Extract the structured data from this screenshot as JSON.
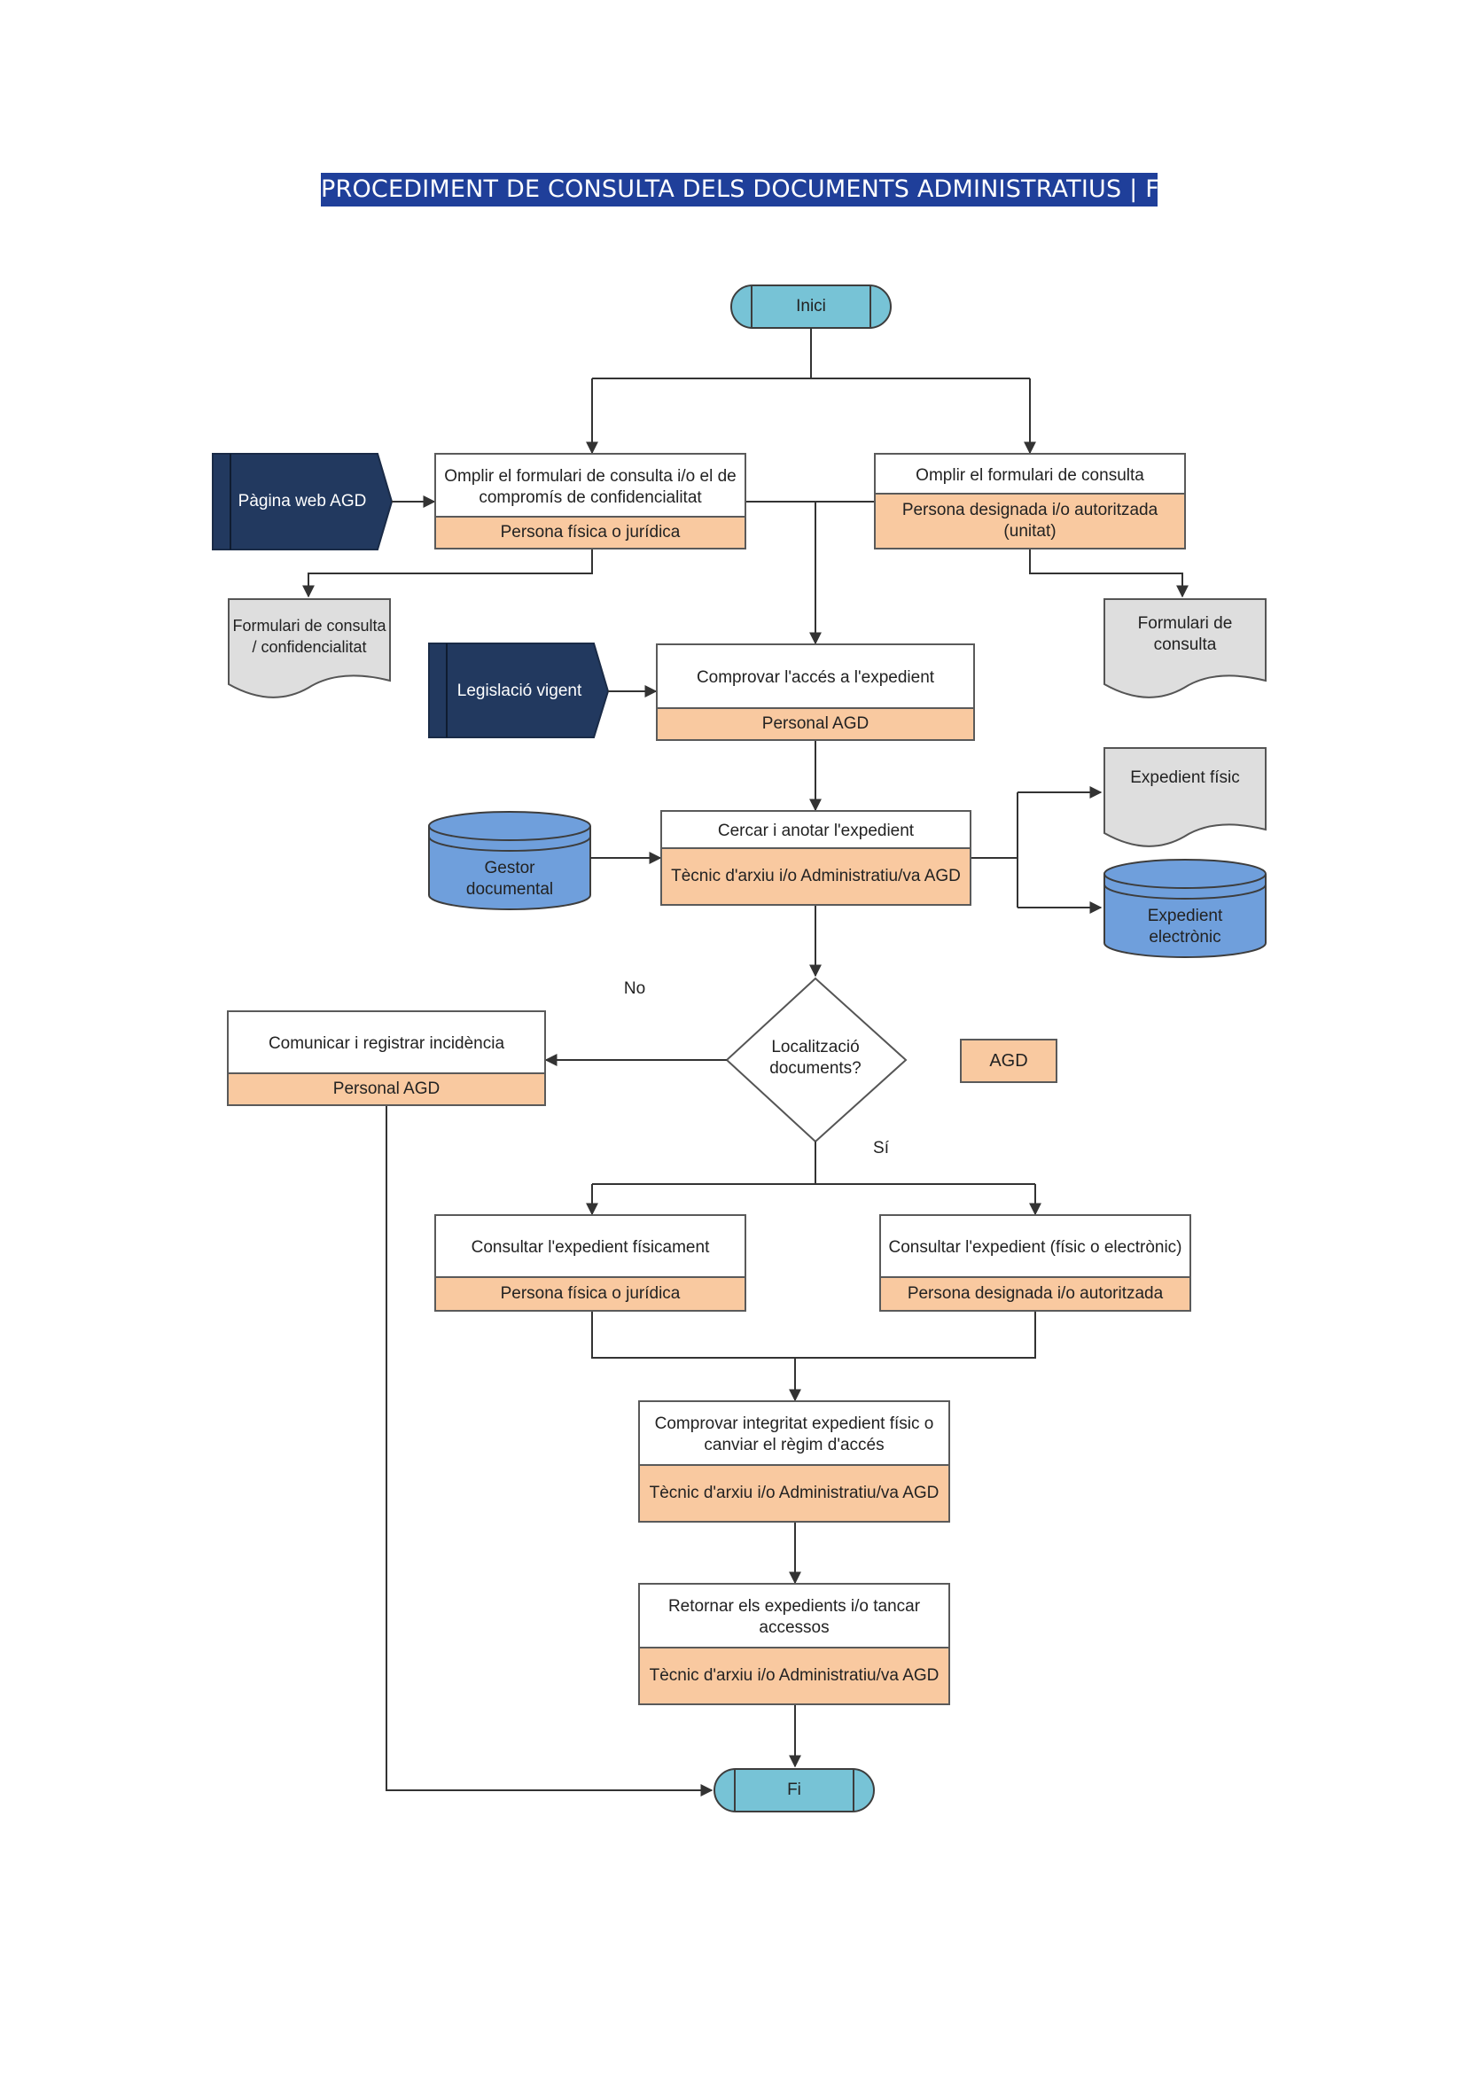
{
  "title": "PROCEDIMENT DE CONSULTA DELS DOCUMENTS ADMINISTRATIUS | FLUX",
  "colors": {
    "title_bg": "#1f3f9a",
    "terminal": "#77c3d6",
    "navy_shape": "#22395f",
    "database": "#6f9fdc",
    "role_band": "#f9c9a0",
    "document": "#dedede"
  },
  "terminals": {
    "start": "Inici",
    "end": "Fi"
  },
  "inputs": {
    "web": "Pàgina web AGD",
    "law": "Legislació vigent",
    "gestor": "Gestor documental"
  },
  "documents": {
    "form_conf": "Formulari de consulta / confidencialitat",
    "form": "Formulari de consulta",
    "physical": "Expedient físic"
  },
  "databases": {
    "electronic": "Expedient electrònic"
  },
  "processes": {
    "p1": {
      "text": "Omplir el formulari de consulta i/o el de compromís de confidencialitat",
      "role": "Persona física o jurídica"
    },
    "p2": {
      "text": "Omplir el formulari de consulta",
      "role": "Persona designada i/o autoritzada (unitat)"
    },
    "p3": {
      "text": "Comprovar l'accés a l'expedient",
      "role": "Personal AGD"
    },
    "p4": {
      "text": "Cercar i anotar l'expedient",
      "role": "Tècnic d'arxiu i/o Administratiu/va AGD"
    },
    "p5": {
      "text": "Comunicar i registrar incidència",
      "role": "Personal AGD"
    },
    "p6": {
      "text": "Consultar l'expedient físicament",
      "role": "Persona física o jurídica"
    },
    "p7": {
      "text": "Consultar l'expedient (físic o electrònic)",
      "role": "Persona designada i/o autoritzada"
    },
    "p8": {
      "text": "Comprovar integritat expedient físic o canviar el règim d'accés",
      "role": "Tècnic d'arxiu i/o Administratiu/va AGD"
    },
    "p9": {
      "text": "Retornar els expedients i/o tancar accessos",
      "role": "Tècnic d'arxiu i/o Administratiu/va AGD"
    }
  },
  "decision": {
    "text": "Localització documents?",
    "no": "No",
    "yes": "Sí"
  },
  "legend": {
    "agd": "AGD"
  }
}
